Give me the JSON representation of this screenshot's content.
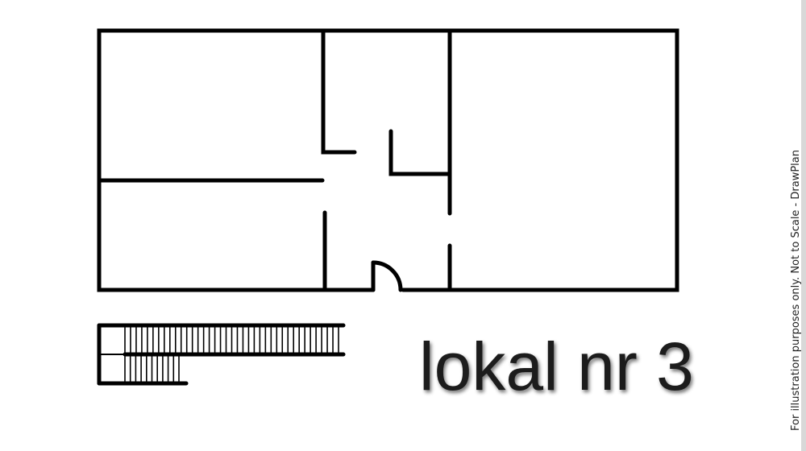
{
  "plan": {
    "label": "lokal nr 3",
    "disclaimer": "For illustration purposes only. Not to Scale - DrawPlan"
  },
  "colors": {
    "background": "#ffffff",
    "walls": "#000000",
    "label": "#1c1c1c"
  },
  "staircase": {
    "upper_flight_treads": 38,
    "lower_flight_treads": 10
  }
}
